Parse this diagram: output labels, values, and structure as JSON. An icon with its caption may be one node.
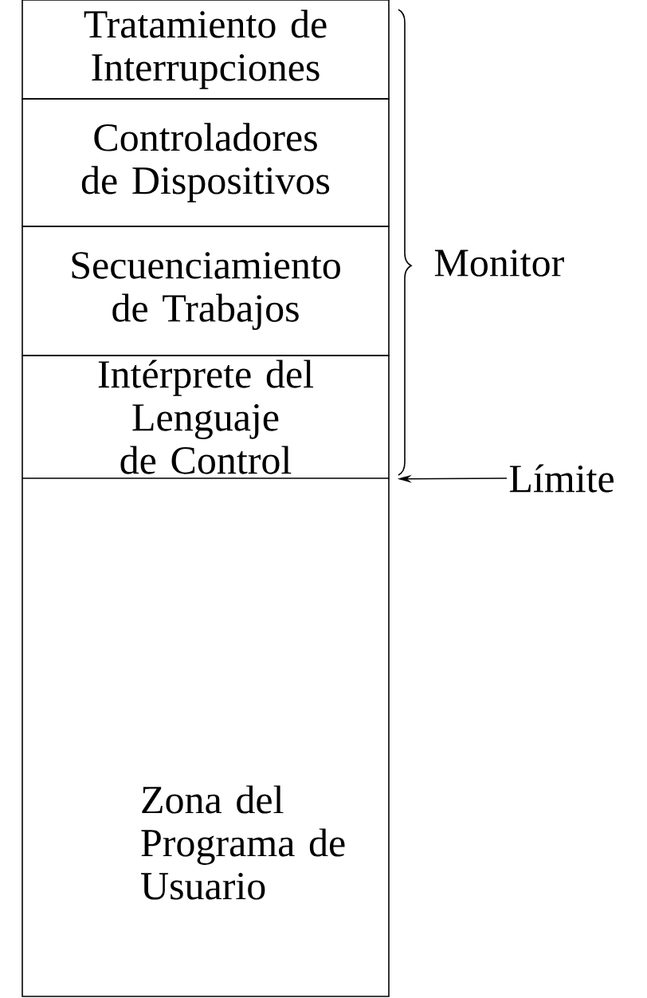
{
  "diagram": {
    "nodes": [
      {
        "text": [
          "Tratamiento de Interrupciones"
        ]
      },
      {
        "text": [
          "Controladores de Dispositivos"
        ]
      },
      {
        "text": [
          "Secuenciamiento de Trabajos"
        ]
      },
      {
        "text": [
          "Intérprete del Lenguaje de Control"
        ]
      },
      {
        "text": [
          "Zona del Programa de Usuario"
        ]
      },
      {
        "text": [
          "Límite"
        ]
      }
    ],
    "edges": [
      {
        "from": 5,
        "to": 3,
        "arrow": "to"
      }
    ],
    "labels": [
      "Monitor"
    ]
  }
}
